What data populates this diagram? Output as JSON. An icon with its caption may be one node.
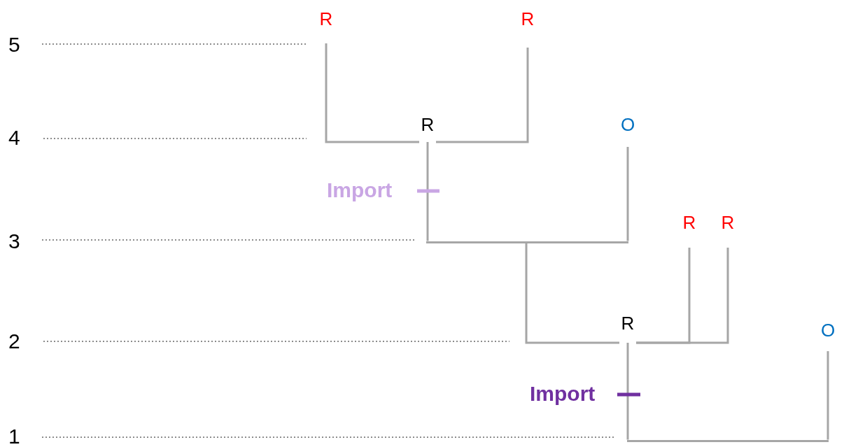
{
  "diagram": {
    "nodes": [
      {
        "text": [
          "R"
        ]
      },
      {
        "text": [
          "R"
        ]
      },
      {
        "text": [
          "R"
        ]
      },
      {
        "text": [
          "O"
        ]
      },
      {
        "text": [],
        "shape": "bar"
      },
      {
        "text": [
          "R"
        ]
      },
      {
        "text": [
          "R"
        ]
      },
      {
        "text": [
          "R"
        ]
      },
      {
        "text": [
          "O"
        ]
      },
      {
        "text": [],
        "shape": "bar"
      }
    ],
    "edges": [
      {
        "from": 2,
        "to": 0,
        "arrow": "none"
      },
      {
        "from": 2,
        "to": 1,
        "arrow": "none"
      },
      {
        "from": 4,
        "to": 2,
        "arrow": "none"
      },
      {
        "from": 4,
        "to": 3,
        "arrow": "none"
      },
      {
        "from": 4,
        "to": 7,
        "arrow": "none"
      },
      {
        "from": 7,
        "to": 5,
        "arrow": "none"
      },
      {
        "from": 7,
        "to": 6,
        "arrow": "none"
      },
      {
        "from": 9,
        "to": 7,
        "arrow": "none"
      },
      {
        "from": 9,
        "to": 8,
        "arrow": "none"
      }
    ],
    "labels": [
      "5",
      "4",
      "Import",
      "3",
      "2",
      "Import",
      "1"
    ]
  }
}
